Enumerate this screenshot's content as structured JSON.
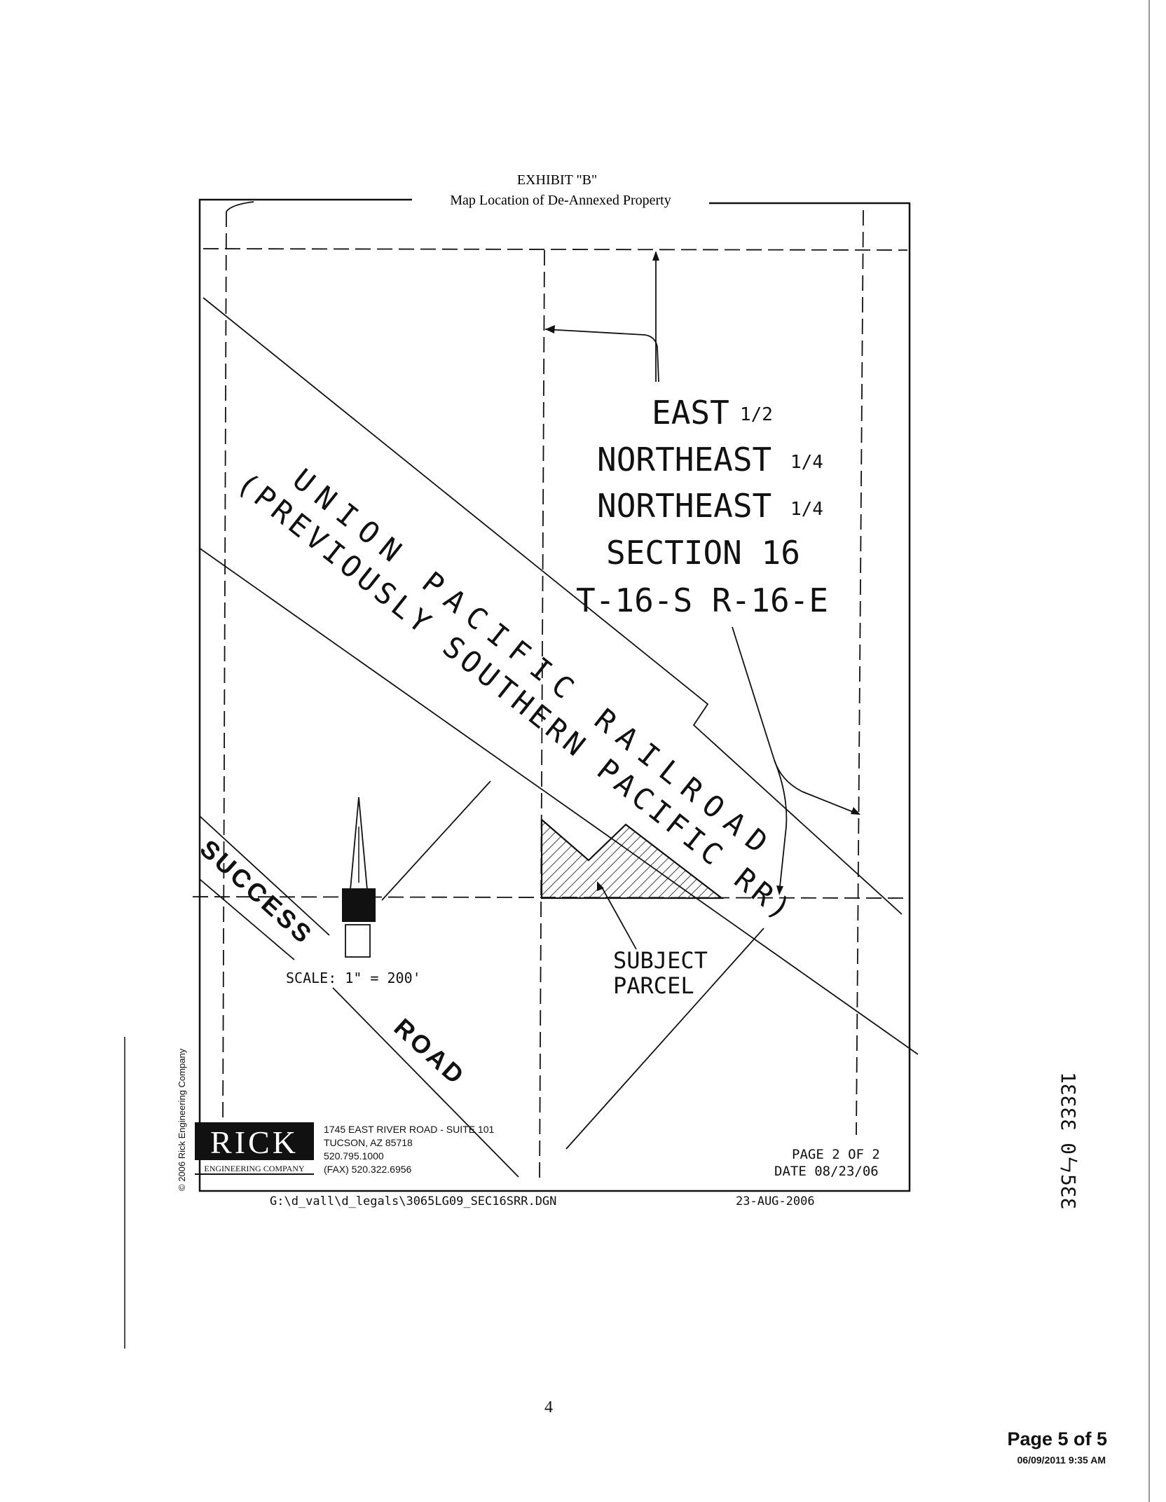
{
  "exhibit": {
    "title": "EXHIBIT \"B\"",
    "subtitle": "Map Location of De-Annexed Property"
  },
  "map": {
    "parcel_label": [
      "EAST",
      "NORTHEAST",
      "NORTHEAST",
      "SECTION 16",
      "T-16-S R-16-E"
    ],
    "fractions": [
      "1/2",
      "1/4",
      "1/4"
    ],
    "railroad_line1": "UNION PACIFIC RAILROAD",
    "railroad_line2": "(PREVIOUSLY SOUTHERN PACIFIC RR)",
    "road_name_1": "SUCCESS",
    "road_name_2": "ROAD",
    "subject_parcel": [
      "SUBJECT",
      "PARCEL"
    ],
    "scale": "SCALE: 1\" = 200'"
  },
  "title_block": {
    "logo_text": "RICK",
    "logo_sub": "ENGINEERING COMPANY",
    "address_lines": [
      "1745 EAST RIVER ROAD - SUITE 101",
      "TUCSON, AZ 85718",
      "520.795.1000",
      "(FAX) 520.322.6956"
    ],
    "page": "PAGE 2 OF 2",
    "date": "DATE 08/23/06",
    "copyright": "© 2006 Rick Engineering Company"
  },
  "footer": {
    "file_path": "G:\\d_vall\\d_legals\\3065LG09_SEC16SRR.DGN",
    "plot_date": "23-AUG-2006",
    "page_number": "4",
    "fax_page": "Page 5 of 5",
    "fax_timestamp": "06/09/2011 9:35 AM",
    "side_stamp": "1ƐƐƐƐ 0ㄣ5ƐƐ"
  }
}
